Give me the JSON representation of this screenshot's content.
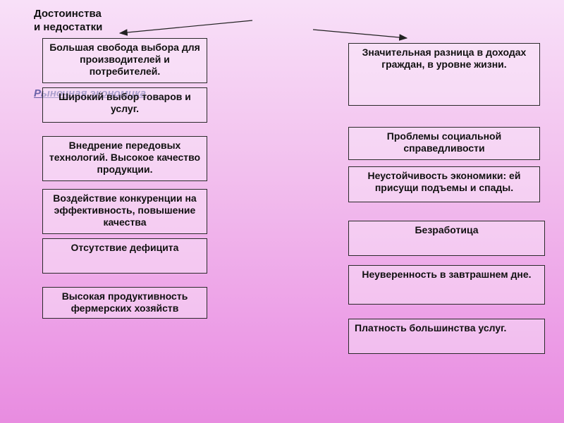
{
  "title_line1": "Достоинства",
  "title_line2": "и недостатки",
  "subtitle": "Рыночная экономика",
  "advantages": [
    "Большая свобода выбора для производителей и потребителей.",
    "Широкий выбор товаров и услуг.",
    "Внедрение передовых технологий. Высокое качество продукции.",
    "Воздействие конкуренции на эффективность, повышение качества",
    "Отсутствие дефицита",
    "Высокая продуктивность фермерских хозяйств"
  ],
  "disadvantages": [
    "Значительная разница в доходах граждан, в уровне жизни.",
    "Проблемы социальной справедливости",
    "Неустойчивость экономики: ей присущи подъемы и спады.",
    "Безработица",
    "Неуверенность в завтрашнем дне.",
    "Платность большинства услуг."
  ]
}
